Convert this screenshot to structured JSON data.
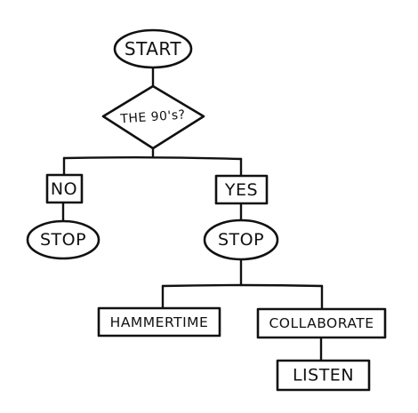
{
  "nodes": {
    "start": "START",
    "decision": "THE 90's?",
    "no": "NO",
    "yes": "YES",
    "stop_left": "STOP",
    "stop_right": "STOP",
    "hammertime": "HAMMERTIME",
    "collaborate": "COLLABORATE",
    "listen": "LISTEN"
  },
  "colors": {
    "ink": "#111111",
    "paper": "#ffffff"
  }
}
